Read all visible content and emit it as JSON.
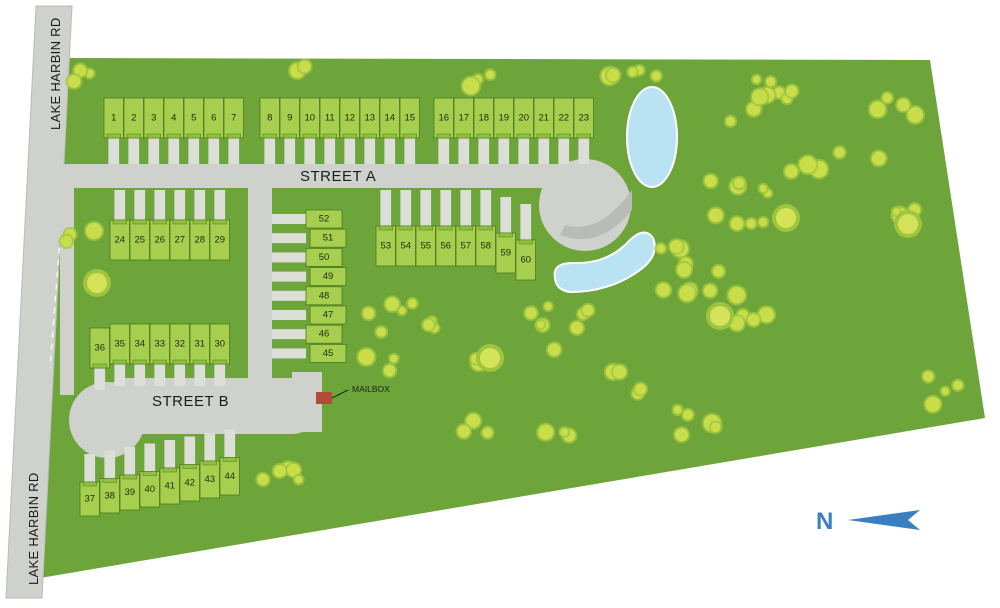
{
  "roads": {
    "main_road_top": "LAKE HARBIN RD",
    "main_road_bottom": "LAKE HARBIN RD",
    "street_a": "STREET A",
    "street_b": "STREET B"
  },
  "mailbox_label": "MAILBOX",
  "north_label": "N",
  "colors": {
    "grass": "#6da53a",
    "road": "#cfd2cc",
    "road_edge": "#b9bcb6",
    "lot": "#a6cf4f",
    "lot_edge": "#4f7a1c",
    "water": "#b9e2f2",
    "tree": "#c8dd49",
    "north": "#3a7fc1",
    "mailbox": "#b34a3a"
  },
  "lots": {
    "row_top_1": [
      "1",
      "2",
      "3",
      "4",
      "5",
      "6",
      "7"
    ],
    "row_top_2": [
      "8",
      "9",
      "10",
      "11",
      "12",
      "13",
      "14",
      "15"
    ],
    "row_top_3": [
      "16",
      "17",
      "18",
      "19",
      "20",
      "21",
      "22",
      "23"
    ],
    "row_mid_left": [
      "24",
      "25",
      "26",
      "27",
      "28",
      "29"
    ],
    "row_mid_right": [
      "53",
      "54",
      "55",
      "56",
      "57",
      "58",
      "59",
      "60"
    ],
    "column_center": [
      "52",
      "51",
      "50",
      "49",
      "48",
      "47",
      "46",
      "45"
    ],
    "row_lower_left": [
      "36",
      "35",
      "34",
      "33",
      "32",
      "31",
      "30"
    ],
    "row_bottom": [
      "37",
      "38",
      "39",
      "40",
      "41",
      "42",
      "43",
      "44"
    ]
  }
}
